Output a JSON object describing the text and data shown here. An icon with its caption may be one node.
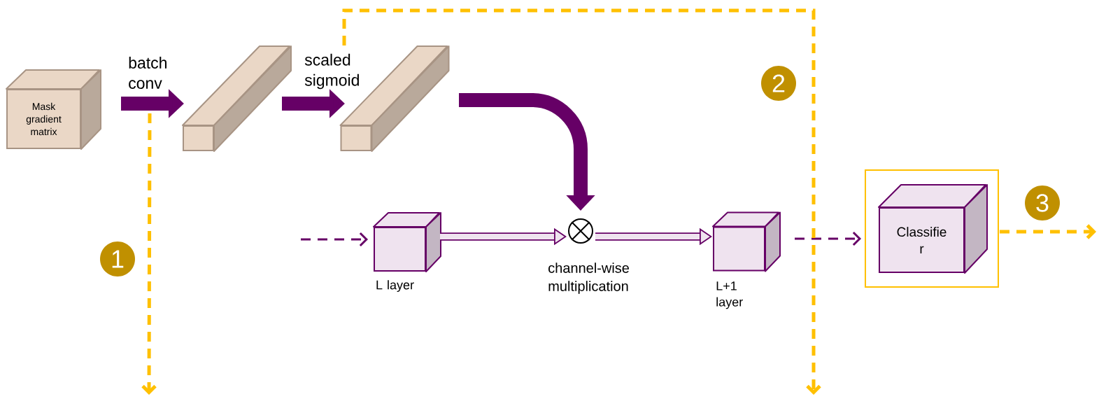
{
  "diagram": {
    "nodes": [
      {
        "text": [
          "Mask gradient matrix"
        ]
      },
      {
        "text": [],
        "shape": "box"
      },
      {
        "text": [],
        "shape": "box"
      },
      {
        "text": [
          "L layer"
        ]
      },
      {
        "text": [],
        "shape": "circle",
        "beside": [
          "channel-wise multiplication"
        ]
      },
      {
        "text": [
          "L+1 layer"
        ]
      },
      {
        "text": [],
        "shape": "box"
      },
      {
        "text": [
          "Classifie r"
        ],
        "in": 6
      }
    ],
    "edges": [
      {
        "from": 0,
        "to": 1,
        "arrow": "to",
        "label": "batch conv",
        "style": "thick"
      },
      {
        "from": 1,
        "to": 2,
        "arrow": "to",
        "label": "scaled sigmoid",
        "style": "thick"
      },
      {
        "from": 2,
        "to": 4,
        "arrow": "to",
        "style": "thick"
      },
      {
        "from": null,
        "to": 3,
        "arrow": "to",
        "style": "dashed"
      },
      {
        "from": 3,
        "to": 4,
        "arrow": "to",
        "style": "thick"
      },
      {
        "from": 4,
        "to": 5,
        "arrow": "to",
        "style": "thick"
      },
      {
        "from": 5,
        "to": 6,
        "arrow": "to",
        "style": "dashed"
      },
      {
        "from": 6,
        "to": null,
        "arrow": "to",
        "style": "dashed",
        "color": "#ffc000"
      },
      {
        "from": 0,
        "to": null,
        "arrow": "to",
        "style": "dashed",
        "color": "#ffc000"
      },
      {
        "from": 2,
        "to": null,
        "arrow": "to",
        "style": "dashed",
        "color": "#ffc000"
      }
    ],
    "labels": [
      "2",
      "3",
      "1"
    ]
  }
}
